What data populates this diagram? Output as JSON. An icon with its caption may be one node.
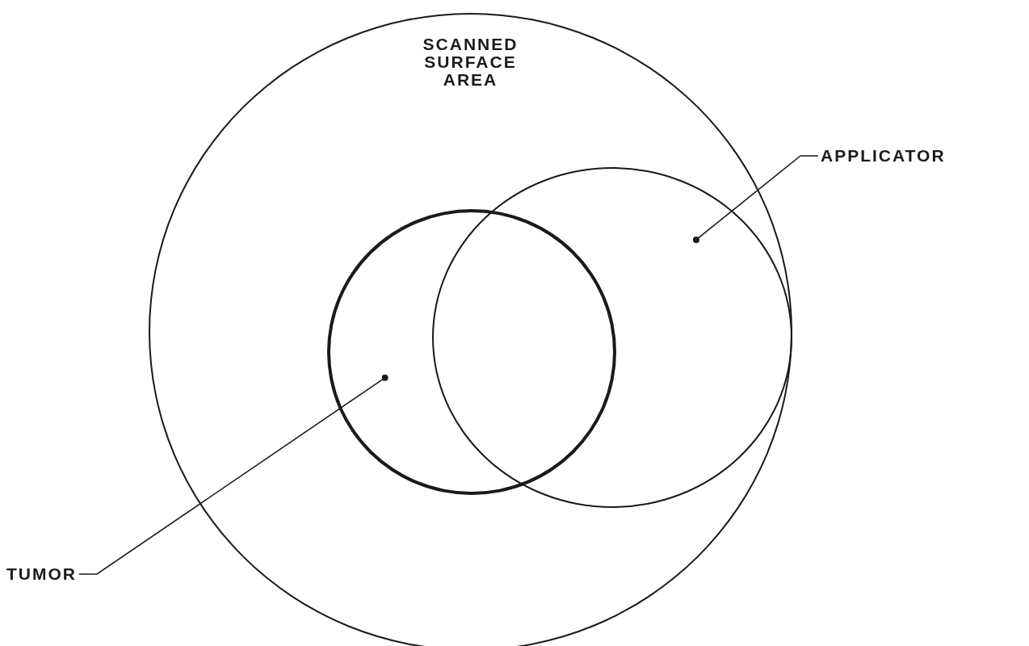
{
  "diagram": {
    "nodes": [
      {
        "text": [
          "SCANNED SURFACE AREA"
        ]
      },
      {
        "text": [],
        "shape": "circle",
        "in": 0
      },
      {
        "text": [],
        "shape": "circle",
        "in": 0
      },
      {
        "text": [
          "TUMOR"
        ]
      },
      {
        "text": [
          "APPLICATOR"
        ]
      }
    ],
    "edges": [
      {
        "from": 3,
        "to": 1,
        "arrow": "other"
      },
      {
        "from": 4,
        "to": 2,
        "arrow": "other"
      }
    ]
  }
}
